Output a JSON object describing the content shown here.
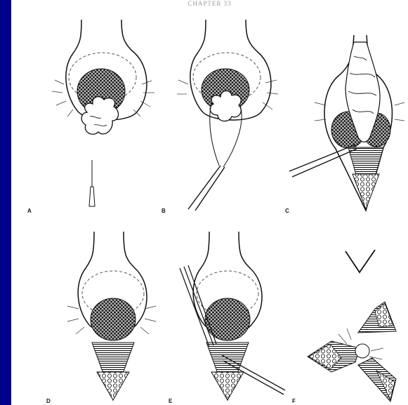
{
  "header": {
    "text": "CHAPTER 33"
  },
  "panels": [
    {
      "id": "a",
      "label": "A"
    },
    {
      "id": "b",
      "label": "B"
    },
    {
      "id": "c",
      "label": "C"
    },
    {
      "id": "d",
      "label": "D"
    },
    {
      "id": "e",
      "label": "E"
    },
    {
      "id": "f",
      "label": "F"
    }
  ],
  "colors": {
    "background": "#00008b",
    "plate": "#ffffff",
    "ink": "#111111"
  }
}
